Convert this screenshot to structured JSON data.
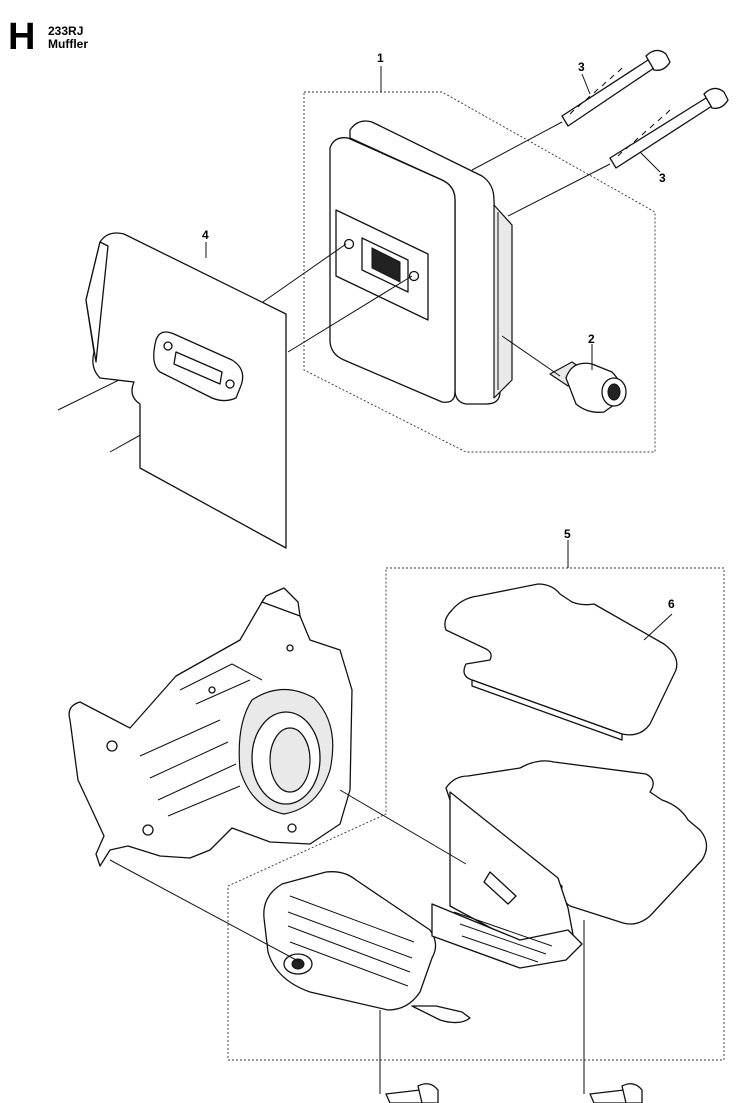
{
  "header": {
    "section_letter": "H",
    "model": "233RJ",
    "title": "Muffler"
  },
  "callouts": [
    "1",
    "2",
    "3",
    "3",
    "4",
    "5",
    "6"
  ]
}
